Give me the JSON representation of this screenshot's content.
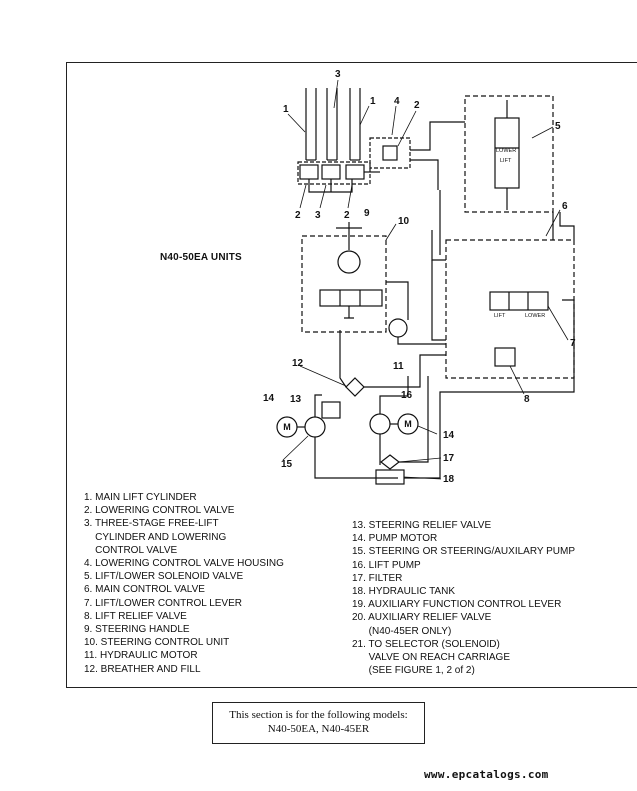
{
  "diagram": {
    "unit_label": "N40-50EA UNITS",
    "callouts": {
      "c1a": "1",
      "c1b": "1",
      "c3top": "3",
      "c4": "4",
      "c2top": "2",
      "c5": "5",
      "c2a": "2",
      "c3b": "3",
      "c2b": "2",
      "c10": "10",
      "c9": "9",
      "c6": "6",
      "c7": "7",
      "c8": "8",
      "c11": "11",
      "c12": "12",
      "c13": "13",
      "c14a": "14",
      "c14b": "14",
      "c15": "15",
      "c16": "16",
      "c17": "17",
      "c18": "18"
    },
    "valve_labels": {
      "lower": "LOWER",
      "lift": "LIFT",
      "lift2": "LIFT",
      "lower2": "LOWER"
    },
    "motor_symbol": "M"
  },
  "legend_left": [
    "1. MAIN LIFT CYLINDER",
    "2. LOWERING CONTROL VALVE",
    "3. THREE-STAGE FREE-LIFT",
    "    CYLINDER AND LOWERING",
    "    CONTROL VALVE",
    "4. LOWERING CONTROL VALVE HOUSING",
    "5. LIFT/LOWER SOLENOID VALVE",
    "6. MAIN CONTROL VALVE",
    "7. LIFT/LOWER CONTROL LEVER",
    "8. LIFT RELIEF VALVE",
    "9. STEERING HANDLE",
    "10. STEERING CONTROL UNIT",
    "11. HYDRAULIC MOTOR",
    "12. BREATHER AND FILL"
  ],
  "legend_right": [
    "13. STEERING RELIEF VALVE",
    "14. PUMP MOTOR",
    "15. STEERING OR STEERING/AUXILARY PUMP",
    "16. LIFT PUMP",
    "17. FILTER",
    "18. HYDRAULIC TANK",
    "19. AUXILIARY FUNCTION CONTROL LEVER",
    "20. AUXILIARY RELIEF VALVE",
    "      (N40-45ER ONLY)",
    "21. TO SELECTOR (SOLENOID)",
    "      VALVE ON REACH CARRIAGE",
    "      (SEE FIGURE 1, 2 of 2)"
  ],
  "notice": {
    "line1": "This section is for the following models:",
    "line2": "N40-50EA, N40-45ER"
  },
  "watermark": "www.epcatalogs.com"
}
